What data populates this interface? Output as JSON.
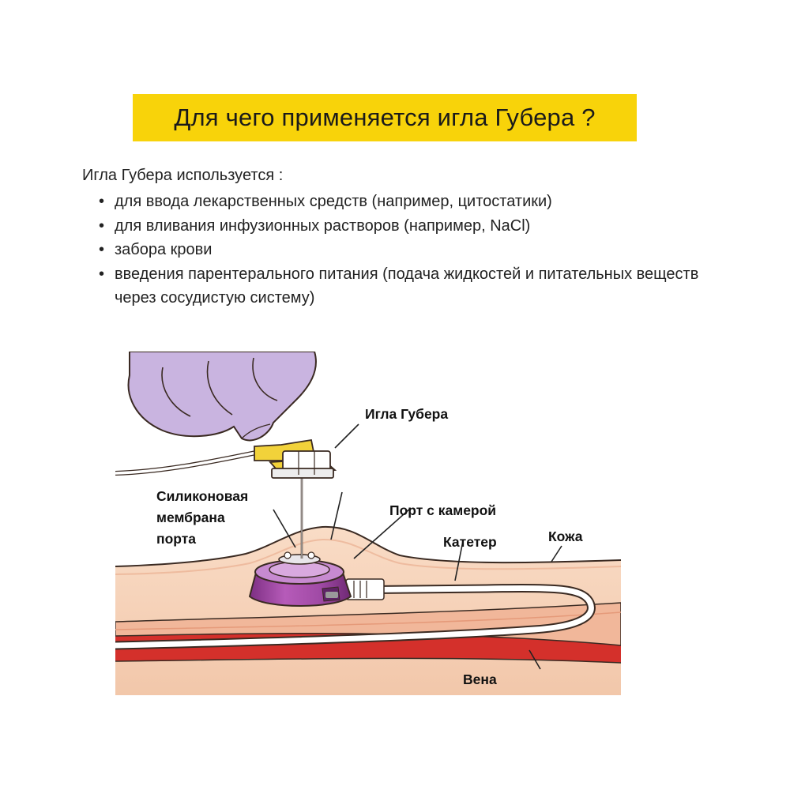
{
  "title": "Для чего применяется игла Губера ?",
  "intro": "Игла Губера используется :",
  "uses": [
    "для ввода лекарственных средств (например, цитостатики)",
    "для вливания инфузионных растворов (например, NaCl)",
    "забора крови",
    "введения парентерального питания (подача жидкостей и питательных веществ через сосудистую систему)"
  ],
  "bullet": "•",
  "diagram": {
    "labels": {
      "needle": "Игла Губера",
      "membrane": [
        "Силиконовая",
        "мембрана",
        "порта"
      ],
      "port": "Порт с камерой",
      "catheter": "Катетер",
      "skin": "Кожа",
      "vein": "Вена"
    }
  },
  "colors": {
    "title_bg": "#f8d30a",
    "glove": "#c9b4e0",
    "port": "#a54ea9",
    "skin": "#f6d4bb",
    "vein": "#d4302b",
    "needle_hub": "#f2d23a"
  }
}
